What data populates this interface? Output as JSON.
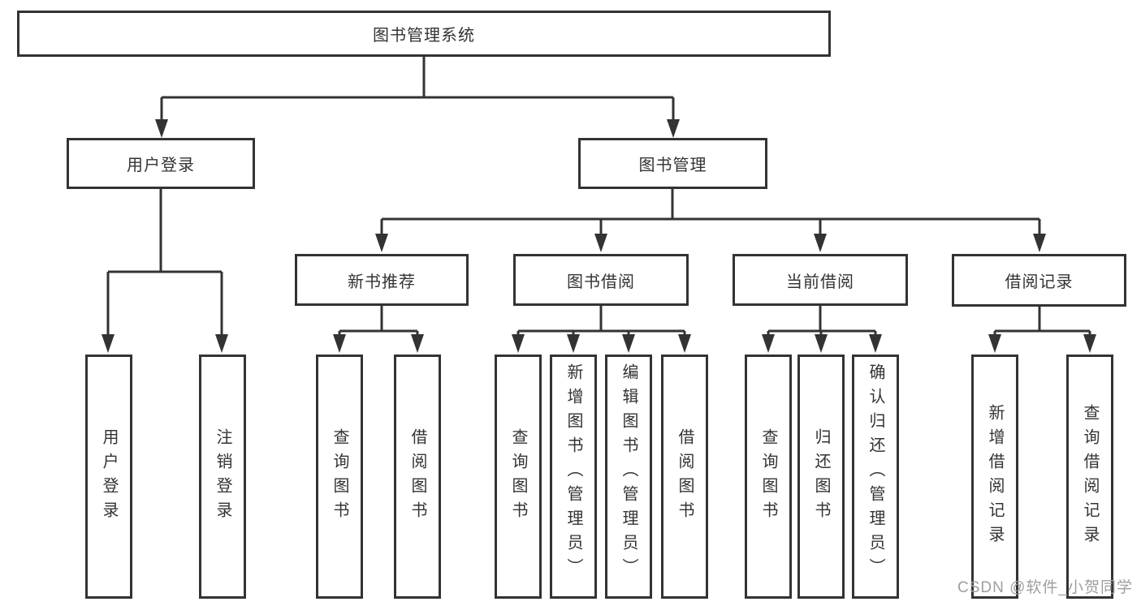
{
  "tree": {
    "root": "图书管理系统",
    "branches": [
      {
        "label": "用户登录",
        "leaves": [
          "用户登录",
          "注销登录"
        ]
      },
      {
        "label": "图书管理",
        "groups": [
          {
            "label": "新书推荐",
            "leaves": [
              "查询图书",
              "借阅图书"
            ]
          },
          {
            "label": "图书借阅",
            "leaves": [
              "查询图书",
              "新增图书（管理员）",
              "编辑图书（管理员）",
              "借阅图书"
            ]
          },
          {
            "label": "当前借阅",
            "leaves": [
              "查询图书",
              "归还图书",
              "确认归还（管理员）"
            ]
          },
          {
            "label": "借阅记录",
            "leaves": [
              "新增借阅记录",
              "查询借阅记录"
            ]
          }
        ]
      }
    ]
  },
  "watermark": "CSDN @软件_小贺同学",
  "colors": {
    "line": "#333333",
    "text": "#333333",
    "watermark": "#9e9e9e",
    "background": "#ffffff"
  }
}
